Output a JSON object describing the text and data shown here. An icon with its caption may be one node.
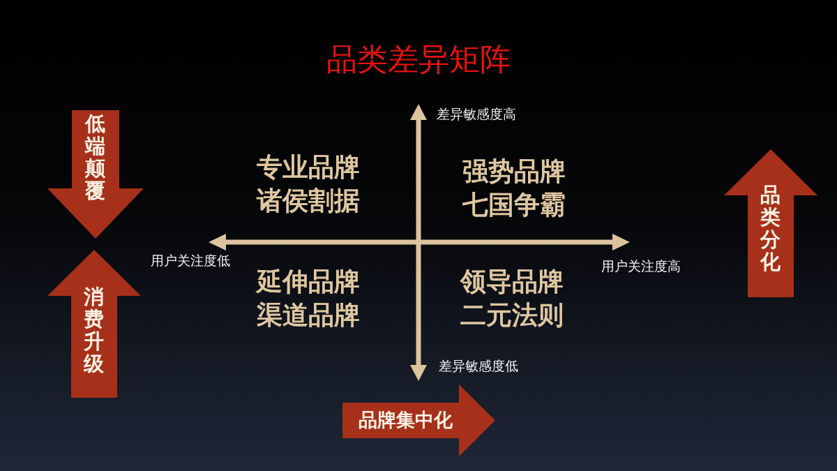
{
  "diagram": {
    "title": "品类差异矩阵",
    "nodes": [
      {
        "text": [
          "低端颠覆"
        ]
      },
      {
        "text": [
          "消费升级"
        ]
      },
      {
        "text": [
          "品类分化"
        ]
      },
      {
        "text": [
          "品牌集中化"
        ]
      }
    ],
    "labels": [
      "差异敏感度高",
      "专业品牌",
      "诸侯割据",
      "强势品牌",
      "七国争霸",
      "用户关注度低",
      "用户关注度高",
      "延伸品牌",
      "渠道品牌",
      "领导品牌",
      "二元法则",
      "差异敏感度低"
    ]
  }
}
